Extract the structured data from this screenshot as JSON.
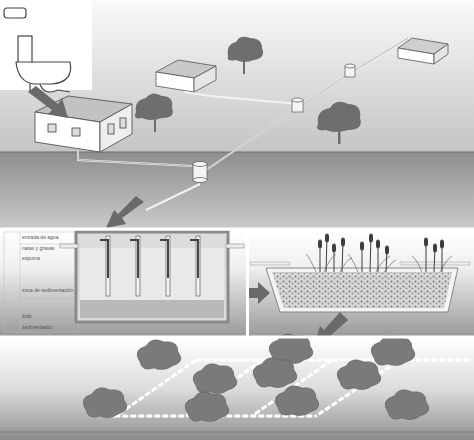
{
  "diagram": {
    "labels": [
      "entrada de agua",
      "natas y grasas",
      "espuma",
      "zona de sedimentación",
      "lodo",
      "sedimentador"
    ]
  }
}
